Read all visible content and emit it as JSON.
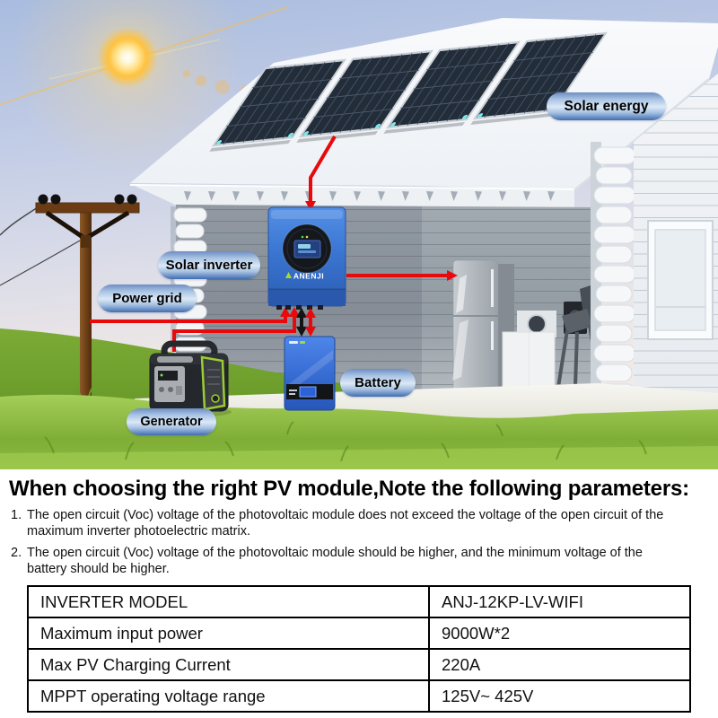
{
  "illustration": {
    "labels": {
      "solar_energy": "Solar energy",
      "solar_inverter": "Solar inverter",
      "power_grid": "Power grid",
      "battery": "Battery",
      "generator": "Generator"
    },
    "inverter_brand": "ANENJI",
    "colors": {
      "wire_red": "#e8090c",
      "wire_black": "#141414",
      "inverter_blue": "#3a76d2",
      "battery_blue": "#2f63cc",
      "grass_green": "#7fae38",
      "pill_top": "#6e8ec2",
      "pill_mid": "#dbe8f7",
      "pill_bottom": "#416cb0"
    }
  },
  "info": {
    "heading": "When choosing the right PV module,Note the following parameters:",
    "notes": [
      {
        "num": "1.",
        "text": "The open circuit (Voc) voltage of the photovoltaic module does not exceed the voltage of the open circuit of the maximum inverter photoelectric matrix."
      },
      {
        "num": "2.",
        "text": "The open circuit (Voc) voltage of the photovoltaic module should be higher, and the minimum voltage of the battery should be higher."
      }
    ]
  },
  "spec_table": {
    "rows": [
      {
        "label": "INVERTER MODEL",
        "value": "ANJ-12KP-LV-WIFI"
      },
      {
        "label": "Maximum input power",
        "value": "9000W*2"
      },
      {
        "label": "Max PV Charging Current",
        "value": "220A"
      },
      {
        "label": "MPPT operating voltage range",
        "value": "125V~ 425V"
      }
    ]
  }
}
